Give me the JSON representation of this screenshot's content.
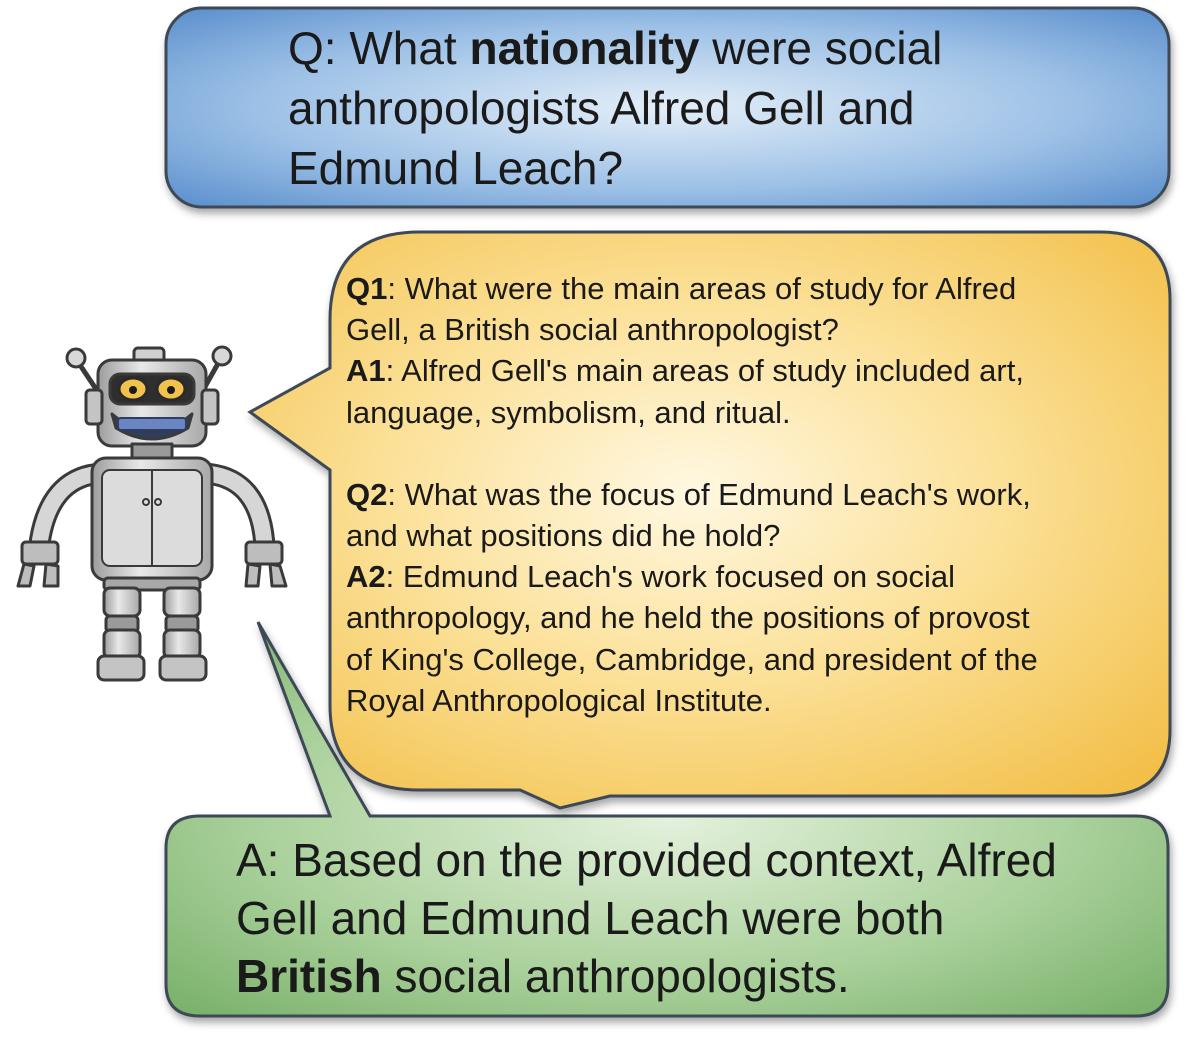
{
  "question": {
    "prefix": "Q: What ",
    "emphasis": "nationality",
    "line1_rest": " were social",
    "line2": "anthropologists Alfred Gell and",
    "line3": "Edmund Leach?"
  },
  "reasoning": {
    "q1": {
      "tag": "Q1",
      "line1": ": What were the main areas of study for Alfred",
      "line2": "Gell, a British social anthropologist?"
    },
    "a1": {
      "tag": "A1",
      "line1": ": Alfred Gell's main areas of study included art,",
      "line2": "language, symbolism, and ritual."
    },
    "q2": {
      "tag": "Q2",
      "line1": ": What was the focus of Edmund Leach's work,",
      "line2": "and what positions did he hold?"
    },
    "a2": {
      "tag": "A2",
      "line1": ": Edmund Leach's work focused on social",
      "line2": "anthropology, and he held the positions of provost",
      "line3": "of King's College, Cambridge, and president of the",
      "line4": "Royal Anthropological Institute."
    }
  },
  "answer": {
    "line1": "A: Based on the provided context, Alfred",
    "line2": "Gell and Edmund Leach were both",
    "emphasis": "British",
    "line3_rest": " social anthropologists."
  },
  "colors": {
    "question_bubble": "#5b8fd0",
    "reasoning_bubble": "#f4c451",
    "answer_bubble": "#7db36e",
    "robot_body": "#c8c8c8",
    "outline": "#3a3a3a"
  },
  "icons": {
    "robot": "robot-icon"
  }
}
